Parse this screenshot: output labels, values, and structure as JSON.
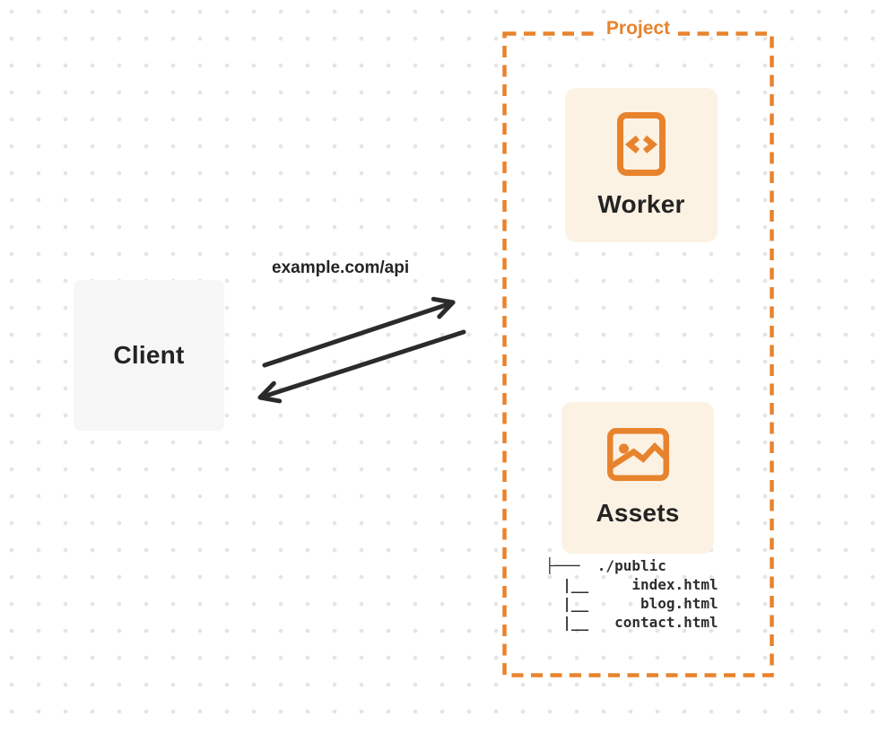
{
  "colors": {
    "accent_orange": "#e8832d",
    "card_background": "#fcf2e4",
    "client_background": "#f6f6f6",
    "ink": "#242424",
    "arrow": "#2b2b2b",
    "dot_grid": "#e4e4e4"
  },
  "client": {
    "label": "Client"
  },
  "connection": {
    "request_label": "example.com/api"
  },
  "project": {
    "label": "Project",
    "nodes": [
      {
        "label": "Worker",
        "icon": "code-file-icon"
      },
      {
        "label": "Assets",
        "icon": "image-icon"
      }
    ],
    "file_tree": {
      "root": "./public",
      "files": [
        "index.html",
        "blog.html",
        "contact.html"
      ],
      "text": "├───  ./public\n  |__     index.html\n  |__      blog.html\n  |__   contact.html"
    }
  }
}
